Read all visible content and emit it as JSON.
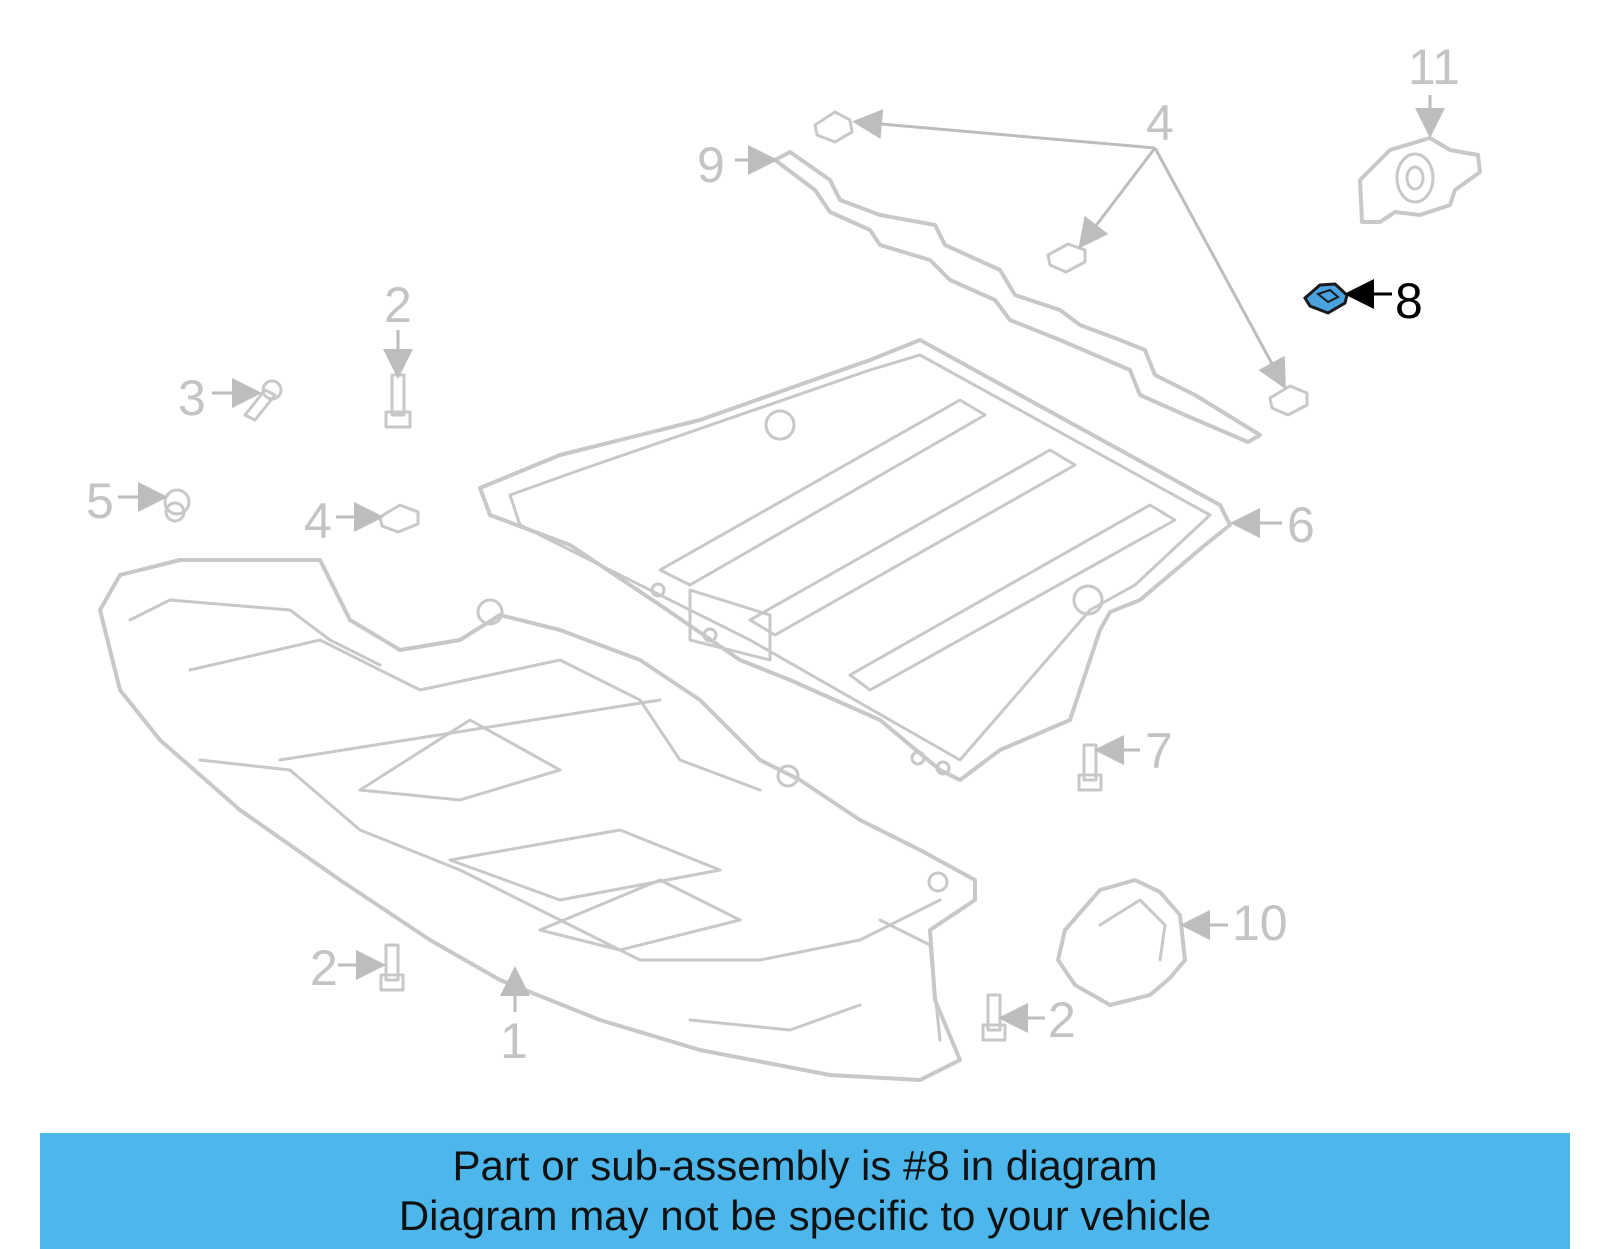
{
  "callouts": {
    "c1": "1",
    "c2a": "2",
    "c2b": "2",
    "c2c": "2",
    "c3": "3",
    "c4a": "4",
    "c4b": "4",
    "c5": "5",
    "c6": "6",
    "c7": "7",
    "c8": "8",
    "c9": "9",
    "c10": "10",
    "c11": "11"
  },
  "highlighted_part": "8",
  "colors": {
    "highlight": "#4aa3df",
    "banner": "#4db7ec",
    "line_art": "#c8c8c8"
  },
  "banner": {
    "line1": "Part or sub-assembly is #8 in diagram",
    "line2": "Diagram may not be specific to your vehicle"
  }
}
